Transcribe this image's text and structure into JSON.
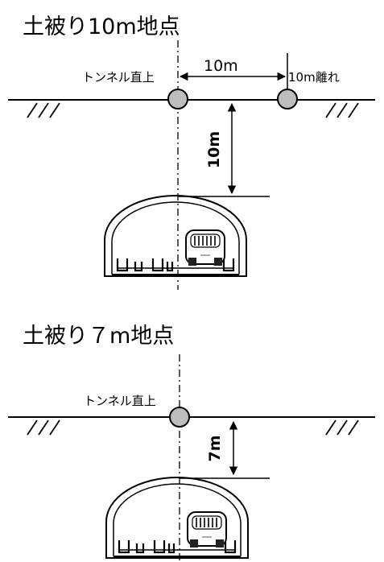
{
  "sections": [
    {
      "title": "土被り10m地点",
      "tunnel_top_label": "トンネル直上",
      "offset_label": "10m",
      "offset_point_label": "10m離れ",
      "depth_label": "10m",
      "depth_m": 10
    },
    {
      "title": "土被り７m地点",
      "tunnel_top_label": "トンネル直上",
      "depth_label": "7m",
      "depth_m": 7
    }
  ],
  "colors": {
    "line": "#000000",
    "sensor_fill": "#bdbdbd",
    "robot_body": "#ffffff",
    "robot_dark": "#222222"
  },
  "icons": [
    "sensor-marker-icon",
    "inspection-robot-icon",
    "ground-hatch-icon"
  ]
}
